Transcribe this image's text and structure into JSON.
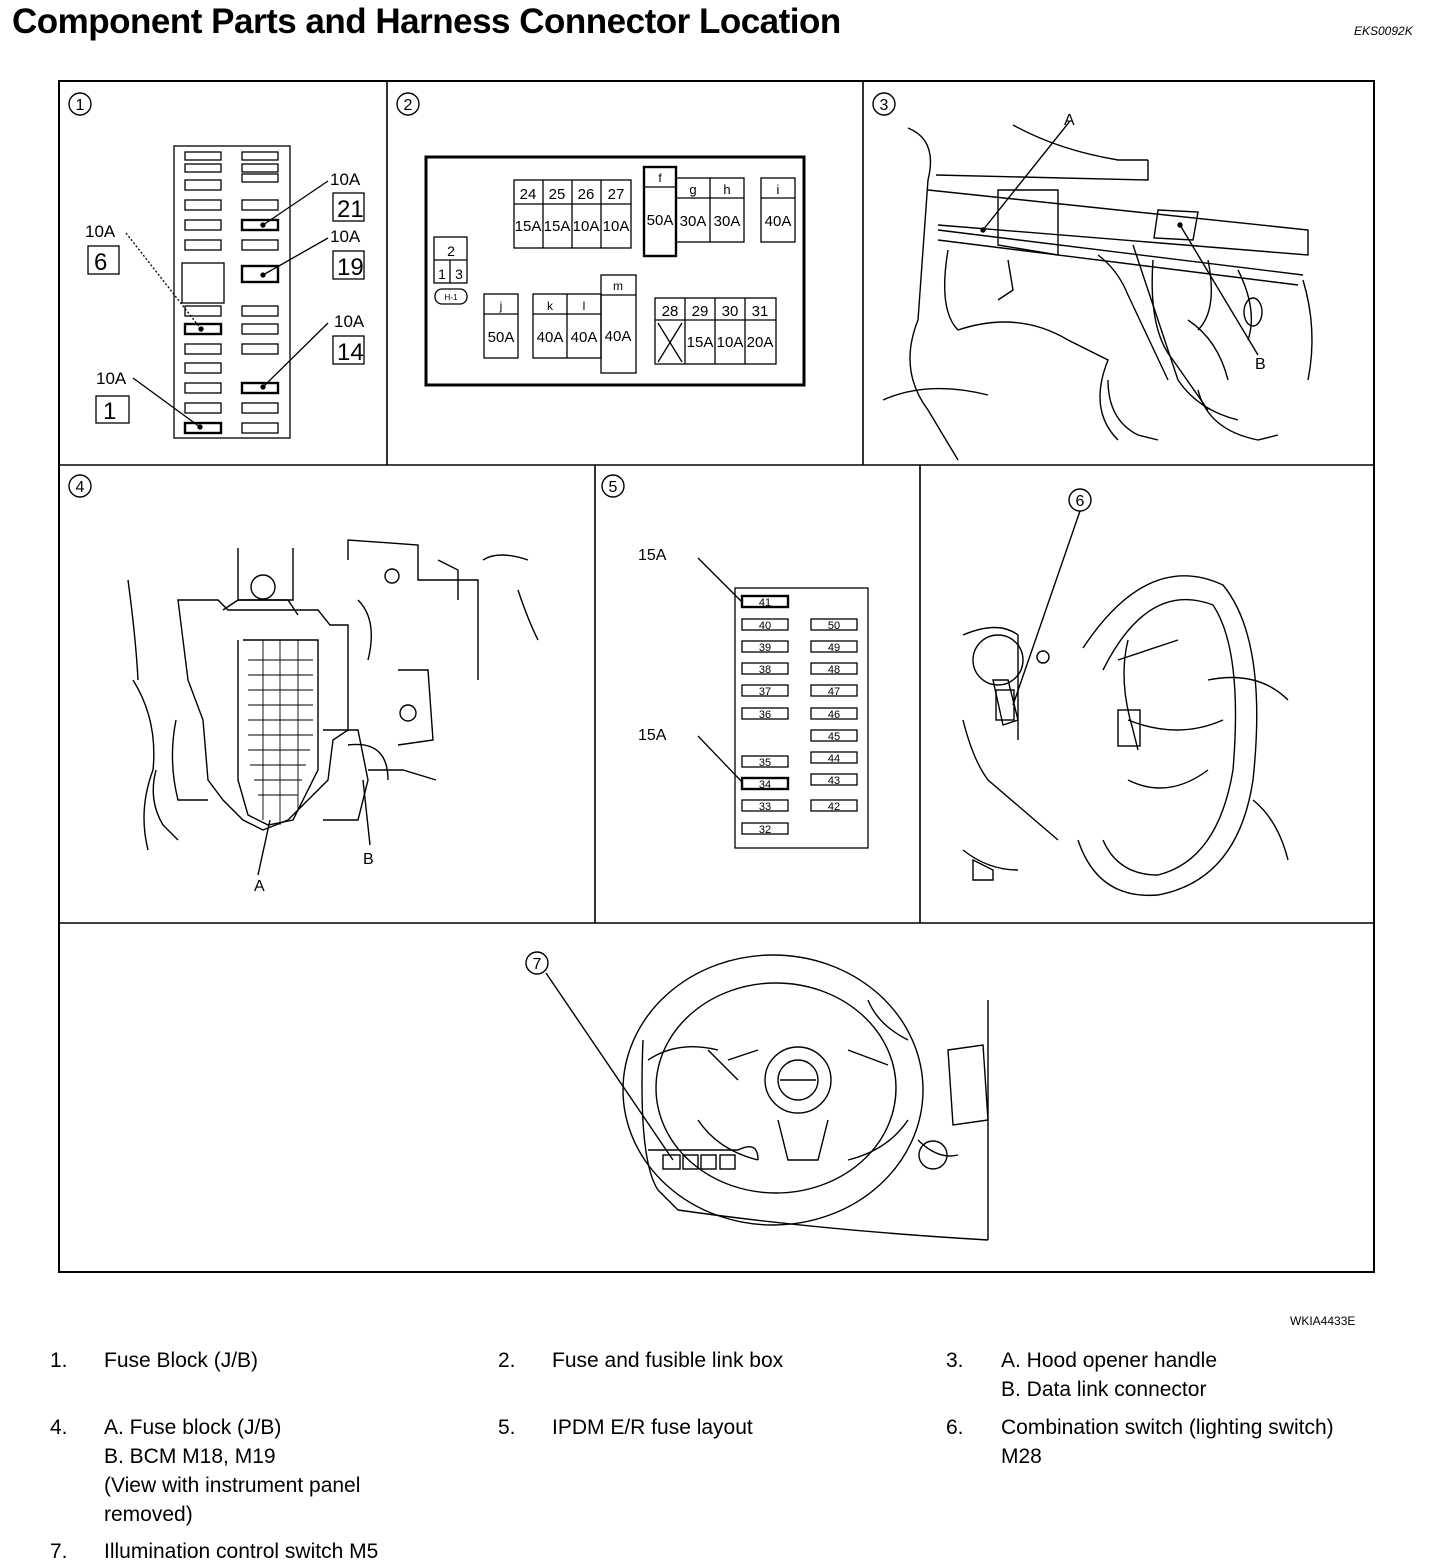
{
  "header": {
    "title": "Component Parts and Harness Connector Location",
    "doc_code": "EKS0092K"
  },
  "figure": {
    "code": "WKIA4433E",
    "panels": [
      {
        "num": "1"
      },
      {
        "num": "2"
      },
      {
        "num": "3"
      },
      {
        "num": "4"
      },
      {
        "num": "5"
      },
      {
        "num": "6"
      },
      {
        "num": "7"
      }
    ],
    "panel1": {
      "callouts": [
        {
          "amp": "10A",
          "fuse": "21"
        },
        {
          "amp": "10A",
          "fuse": "6"
        },
        {
          "amp": "10A",
          "fuse": "19"
        },
        {
          "amp": "10A",
          "fuse": "14"
        },
        {
          "amp": "10A",
          "fuse": "1"
        }
      ]
    },
    "panel2": {
      "group_a": {
        "nums": [
          "24",
          "25",
          "26",
          "27"
        ],
        "amps": [
          "15A",
          "15A",
          "10A",
          "10A"
        ]
      },
      "f": {
        "letter": "f",
        "amp": "50A"
      },
      "g": {
        "letter": "g",
        "amp": "30A"
      },
      "h": {
        "letter": "h",
        "amp": "30A"
      },
      "i": {
        "letter": "i",
        "amp": "40A"
      },
      "relay": {
        "top": "2",
        "left": "1",
        "right": "3",
        "tag": "H-1"
      },
      "j": {
        "letter": "j",
        "amp": "50A"
      },
      "k": {
        "letter": "k",
        "amp": "40A"
      },
      "l": {
        "letter": "l",
        "amp": "40A"
      },
      "m": {
        "letter": "m",
        "amp": "40A"
      },
      "group_b": {
        "nums": [
          "28",
          "29",
          "30",
          "31"
        ],
        "amps": [
          "",
          "15A",
          "10A",
          "20A"
        ]
      }
    },
    "panel3": {
      "label_a": "A",
      "label_b": "B"
    },
    "panel4": {
      "label_a": "A",
      "label_b": "B"
    },
    "panel5": {
      "callout1": "15A",
      "callout2": "15A",
      "left_col": [
        "41",
        "40",
        "39",
        "38",
        "37",
        "36",
        "35",
        "34",
        "33",
        "32"
      ],
      "right_col": [
        "50",
        "49",
        "48",
        "47",
        "46",
        "45",
        "44",
        "43",
        "42"
      ]
    }
  },
  "legend": [
    {
      "num": "1.",
      "lines": [
        "Fuse Block (J/B)"
      ]
    },
    {
      "num": "2.",
      "lines": [
        "Fuse and fusible link box"
      ]
    },
    {
      "num": "3.",
      "lines": [
        "A. Hood opener handle",
        "B. Data link connector"
      ]
    },
    {
      "num": "4.",
      "lines": [
        "A. Fuse block (J/B)",
        "B. BCM M18, M19",
        "(View with instrument panel",
        "removed)"
      ]
    },
    {
      "num": "5.",
      "lines": [
        "IPDM E/R fuse layout"
      ]
    },
    {
      "num": "6.",
      "lines": [
        "Combination switch (lighting switch)",
        "M28"
      ]
    },
    {
      "num": "7.",
      "lines": [
        "Illumination control switch M5"
      ]
    }
  ]
}
